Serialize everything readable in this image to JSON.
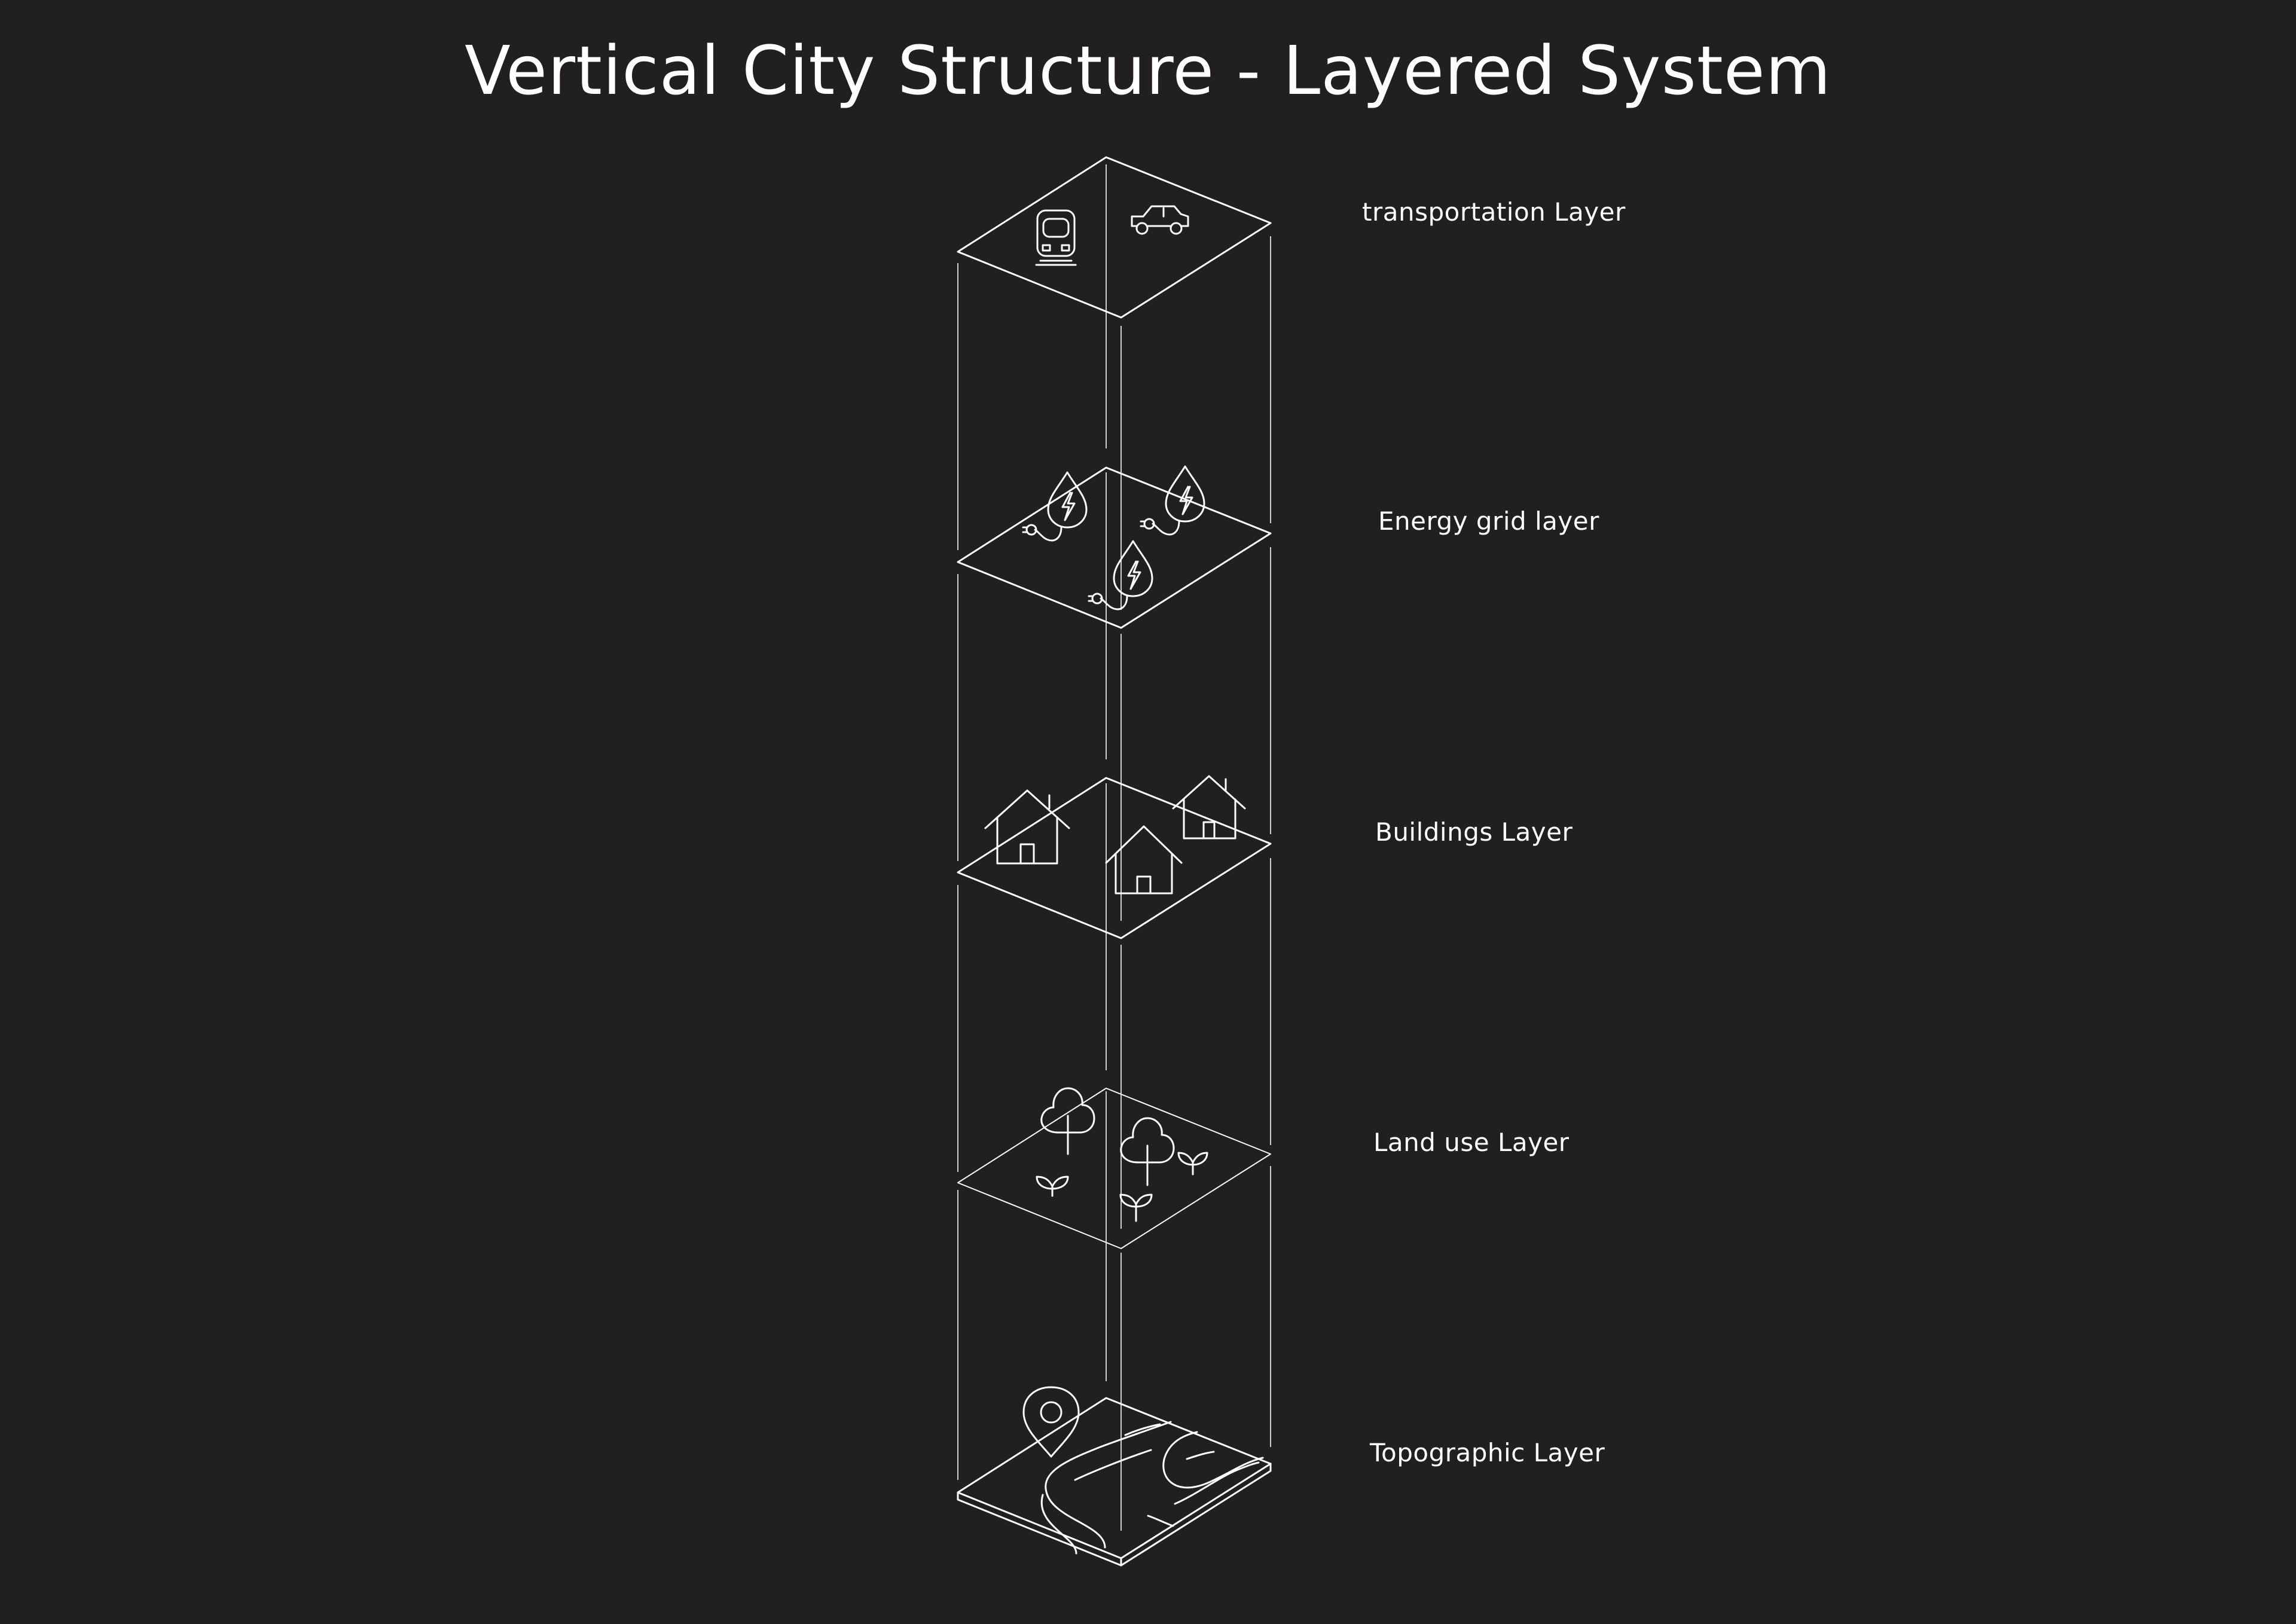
{
  "title": "Vertical City Structure - Layered System",
  "layers": [
    {
      "label": "transportation Layer",
      "icons": [
        "train-icon",
        "car-icon"
      ]
    },
    {
      "label": "Energy grid layer",
      "icons": [
        "energy-drop-icon",
        "energy-drop-icon",
        "energy-drop-icon"
      ]
    },
    {
      "label": "Buildings Layer",
      "icons": [
        "house-icon",
        "house-icon",
        "house-icon"
      ]
    },
    {
      "label": "Land use Layer",
      "icons": [
        "tree-icon",
        "tree-icon",
        "sprout-icon",
        "sprout-icon",
        "sprout-icon"
      ]
    },
    {
      "label": "Topographic Layer",
      "icons": [
        "location-pin-icon",
        "contour-lines-icon"
      ]
    }
  ],
  "colors": {
    "background": "#221f20",
    "line": "#ffffff"
  }
}
